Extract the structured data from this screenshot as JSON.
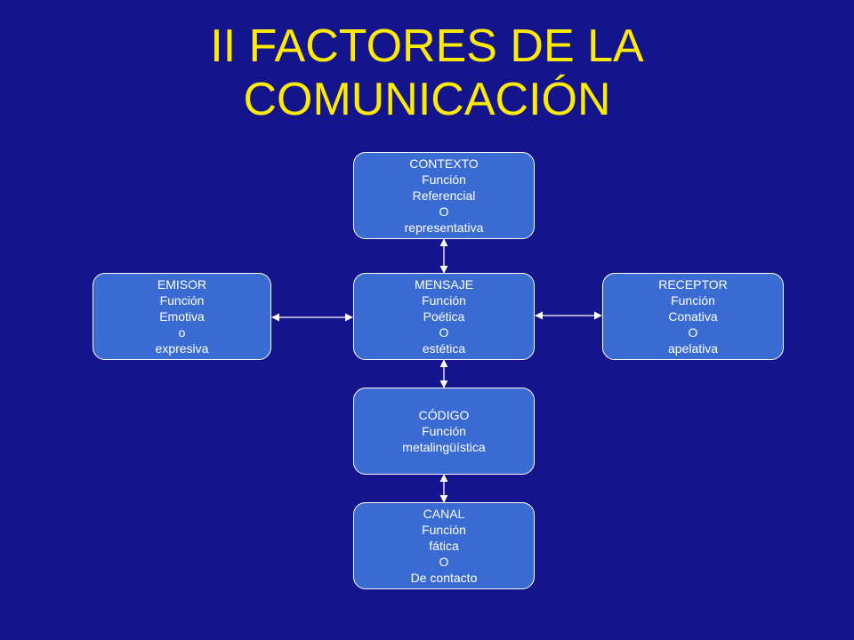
{
  "slide": {
    "title_line1": "II FACTORES DE LA",
    "title_line2": "COMUNICACIÓN"
  },
  "colors": {
    "background": "#14148c",
    "title": "#ffeb00",
    "box_fill": "#3a6bd2",
    "box_border": "#ffffff",
    "box_text": "#ffffff",
    "connector": "#ffffff"
  },
  "nodes": {
    "contexto": [
      "CONTEXTO",
      "Función",
      "Referencial",
      "O",
      "representativa"
    ],
    "emisor": [
      "EMISOR",
      "Función",
      "Emotiva",
      "o",
      "expresiva"
    ],
    "mensaje": [
      "MENSAJE",
      "Función",
      "Poética",
      "O",
      "estética"
    ],
    "receptor": [
      "RECEPTOR",
      "Función",
      "Conativa",
      "O",
      "apelativa"
    ],
    "codigo": [
      "CÓDIGO",
      "Función",
      "metalingüística"
    ],
    "canal": [
      "CANAL",
      "Función",
      "fática",
      "O",
      "De contacto"
    ]
  },
  "edges": [
    {
      "from": "mensaje",
      "to": "contexto",
      "arrows": "both"
    },
    {
      "from": "emisor",
      "to": "mensaje",
      "arrows": "both"
    },
    {
      "from": "mensaje",
      "to": "receptor",
      "arrows": "both"
    },
    {
      "from": "mensaje",
      "to": "codigo",
      "arrows": "both"
    },
    {
      "from": "codigo",
      "to": "canal",
      "arrows": "both"
    }
  ]
}
